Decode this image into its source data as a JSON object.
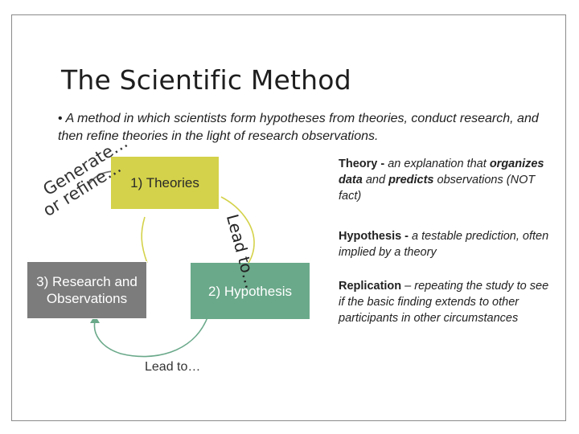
{
  "slide": {
    "title": "The Scientific Method",
    "bullet": {
      "dot": "•",
      "text": "A method in which scientists form hypotheses from theories, conduct research, and then refine theories in the light of research observations."
    }
  },
  "cycle": {
    "theories": "1) Theories",
    "hypothesis": "2) Hypothesis",
    "research_line1": "3) Research and",
    "research_line2": "Observations",
    "lead_to_side": "Lead to…",
    "generate_line1": "Generate…",
    "generate_line2": "or refine…",
    "lead_to_bottom": "Lead to…",
    "colors": {
      "theories": "#d4d24a",
      "hypothesis": "#6aa98a",
      "research": "#7c7c7c",
      "arrow_dark": "#6e6e6e"
    }
  },
  "definitions": {
    "theory": {
      "term": "Theory -",
      "desc_a": " an explanation that ",
      "emph_a": "organizes data",
      "desc_b": " and ",
      "emph_b": "predicts",
      "desc_c": " observations (NOT fact)"
    },
    "hypothesis": {
      "term": "Hypothesis -",
      "desc": " a testable prediction, often implied by a theory"
    },
    "replication": {
      "term": "Replication",
      "desc": " – repeating the study to see if the basic finding extends to other participants in other circumstances"
    }
  }
}
